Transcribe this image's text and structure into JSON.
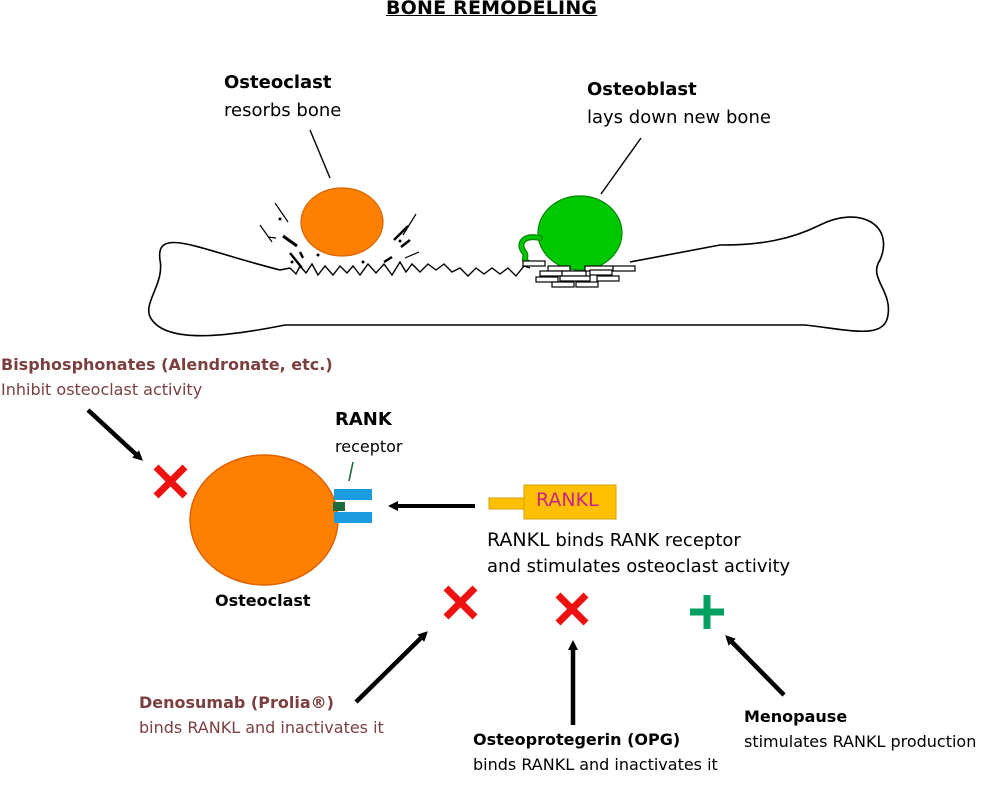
{
  "title": "BONE REMODELING",
  "top": {
    "osteoclast": {
      "name": "Osteoclast",
      "desc": "resorbs bone"
    },
    "osteoblast": {
      "name": "Osteoblast",
      "desc": "lays down new bone"
    }
  },
  "bisphosphonates": {
    "name": "Bisphosphonates (Alendronate, etc.)",
    "desc": "Inhibit osteoclast activity"
  },
  "rank": {
    "name": "RANK",
    "desc": "receptor"
  },
  "rankl": {
    "box_label": "RANKL",
    "desc_part1": "RANKL",
    "desc_part2": " binds RANK receptor",
    "desc_line2": "and stimulates osteoclast activity"
  },
  "osteoclast_label": "Osteoclast",
  "denosumab": {
    "name": "Denosumab (Prolia®)",
    "desc": "binds RANKL and inactivates it"
  },
  "opg": {
    "name": "Osteoprotegerin (OPG)",
    "desc": "binds RANKL and inactivates it"
  },
  "menopause": {
    "name": "Menopause",
    "desc": "stimulates RANKL production"
  },
  "colors": {
    "osteoclast": "#ff7f00",
    "osteoblast": "#00c800",
    "receptor": "#1b9be0",
    "rankl_box": "#ffc000",
    "rankl_text": "#cc2288",
    "inhibit_x": "#ee1111",
    "stimulate_plus": "#00a060",
    "drug_text": "#7b3f3f"
  },
  "icons": {
    "inhibit": "red-x-icon",
    "stimulate": "green-plus-icon"
  }
}
